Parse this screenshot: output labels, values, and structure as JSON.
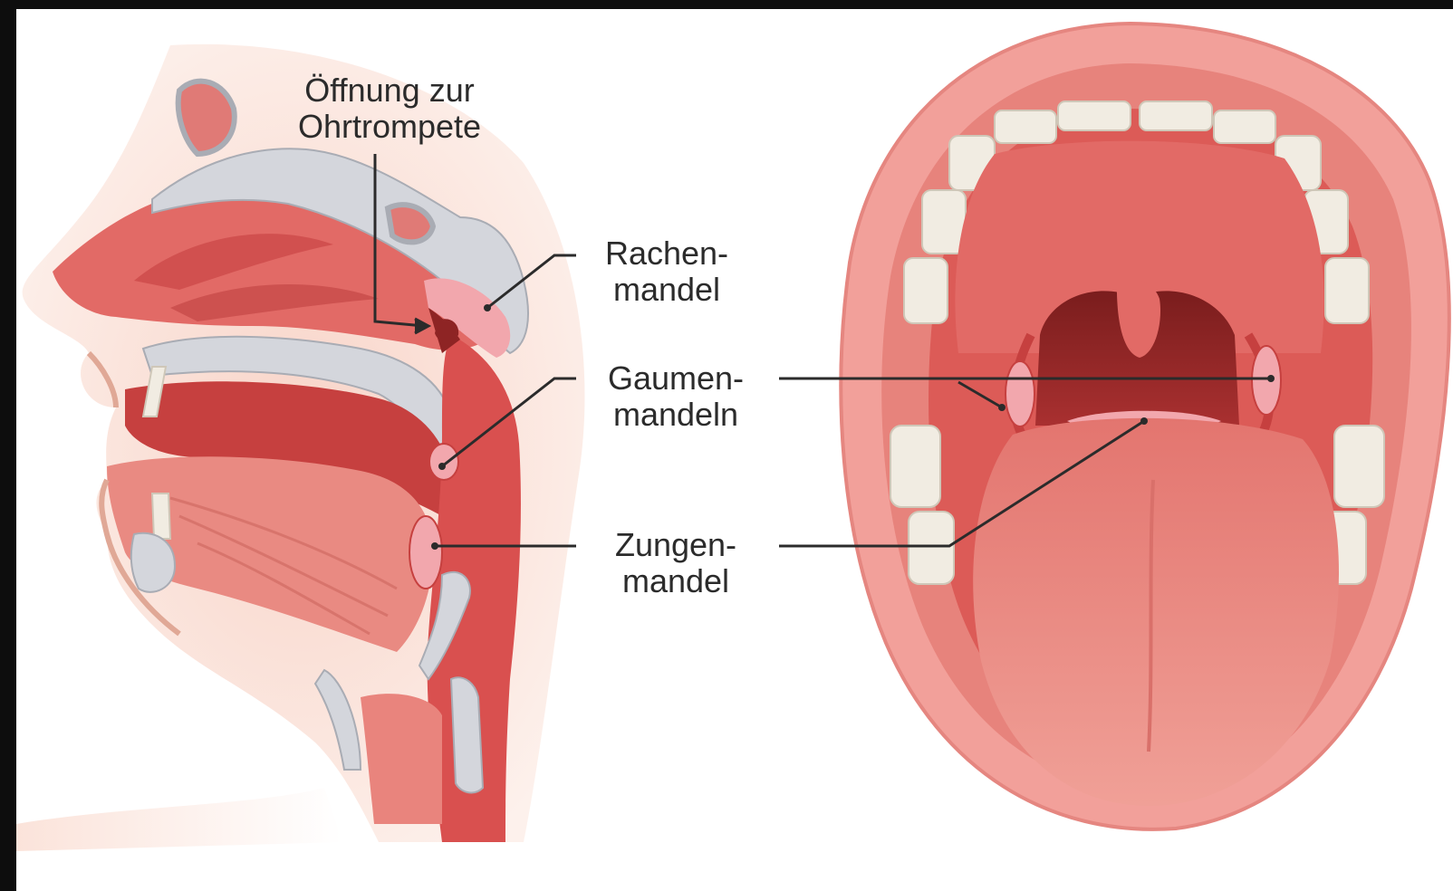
{
  "labels": {
    "eustachian_line1": "Öffnung zur",
    "eustachian_line2": "Ohrtrompete",
    "adenoid_line1": "Rachen-",
    "adenoid_line2": "mandel",
    "palatine_line1": "Gaumen-",
    "palatine_line2": "mandeln",
    "lingual_line1": "Zungen-",
    "lingual_line2": "mandel"
  },
  "colors": {
    "outer_background": "#0d0d0d",
    "canvas": "#ffffff",
    "skin": "#f6d9ce",
    "tissue": "#e26a66",
    "tissue_dark": "#c6403f",
    "throat_dark": "#8e2424",
    "bone": "#d4d6dc",
    "tooth": "#f1ece2",
    "tongue": "#e98a82",
    "tonsil": "#f2a7ad",
    "leader_line": "#2b2b2b"
  }
}
